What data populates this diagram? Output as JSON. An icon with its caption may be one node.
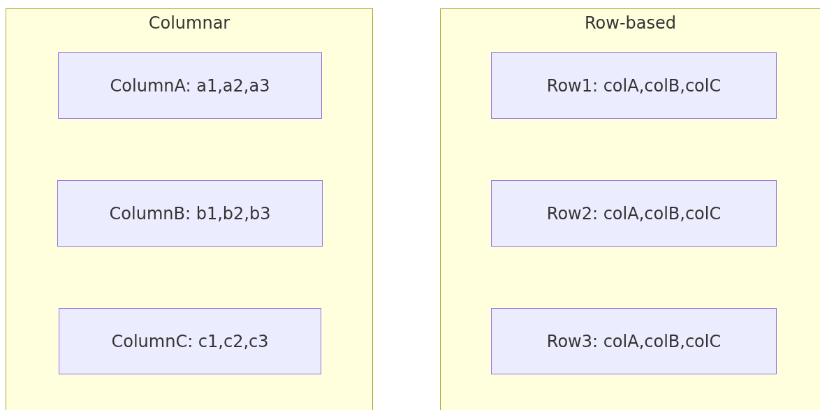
{
  "diagram": {
    "nodes": [
      {
        "text": [
          "Columnar"
        ]
      },
      {
        "text": [
          "ColumnA: a1,a2,a3"
        ],
        "in": 0
      },
      {
        "text": [
          "ColumnB: b1,b2,b3"
        ],
        "in": 0
      },
      {
        "text": [
          "ColumnC: c1,c2,c3"
        ],
        "in": 0
      },
      {
        "text": [
          "Row-based"
        ]
      },
      {
        "text": [
          "Row1: colA,colB,colC"
        ],
        "in": 4
      },
      {
        "text": [
          "Row2: colA,colB,colC"
        ],
        "in": 4
      },
      {
        "text": [
          "Row3: colA,colB,colC"
        ],
        "in": 4
      }
    ]
  }
}
